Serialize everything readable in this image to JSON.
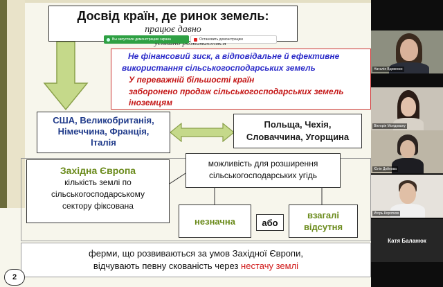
{
  "slide": {
    "title": "Досвід країн, де ринок земель:",
    "subtitle": "працює давно",
    "cutoff_line": "успішно розвивається",
    "share_bar": {
      "sharing_text": "Вы запустили демонстрацию экрана",
      "stop_text": "Остановить демонстрацию"
    },
    "principle_lines": [
      "Не фінансовий зиск, а відповідальне й ефективне",
      "використання сільськогосподарських земель",
      "У переважній більшості країн",
      "заборонено продаж сільськогосподарських земель",
      "іноземцям"
    ],
    "group_west": [
      "США, Великобританія,",
      "Німеччина, Франція,",
      "Італія"
    ],
    "group_east": [
      "Польща, Чехія,",
      "Словаччина, Угорщина"
    ],
    "western_europe": {
      "title": "Західна Європа",
      "lines": [
        "кількість землі по",
        "сільськогосподарському",
        "сектору фіксована"
      ]
    },
    "possibility": [
      "можливість для розширення",
      "сільськогосподарських угідь"
    ],
    "minor": "незначна",
    "or": "або",
    "absent": [
      "взагалі",
      "відсутня"
    ],
    "farms": {
      "line1": "ферми, що розвиваються за умов Західної Європи,",
      "line2_prefix": "відчувають певну скованість через ",
      "line2_red": "нестачу землі"
    },
    "page_number": "2",
    "colors": {
      "blue_text": "#2b2bc9",
      "red_text": "#c41717",
      "green_text": "#6a8a1a",
      "arrow_fill": "#c5d98a"
    }
  },
  "gallery": {
    "participants": [
      {
        "name": "Наталія Вдовенко"
      },
      {
        "name": "Вікторія Молдовану"
      },
      {
        "name": "Юлія Дойнова"
      },
      {
        "name": "Игорь Коротков"
      }
    ],
    "active_speaker": "Катя Баланюк"
  }
}
